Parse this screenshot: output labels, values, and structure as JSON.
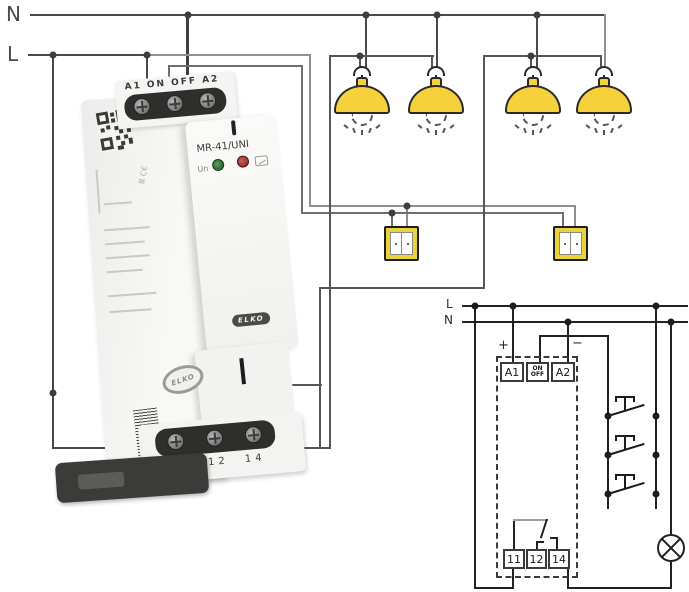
{
  "rails": {
    "n_label": "N",
    "l_label": "L"
  },
  "device": {
    "top_terminals": "A1 ON OFF A2",
    "model": "MR-41/UNI",
    "un_label": "Un",
    "brand": "ELKO",
    "brand_oval": "ELKO",
    "bottom_terminals": "11 12 14"
  },
  "lamps": {
    "count": 4
  },
  "switches": {
    "count": 2
  },
  "schematic": {
    "l_label": "L",
    "n_label": "N",
    "plus": "+",
    "minus": "−",
    "terminals_top": {
      "a1": "A1",
      "on": "ON",
      "off": "OFF",
      "a2": "A2"
    },
    "terminals_bottom": {
      "t11": "11",
      "t12": "12",
      "t14": "14"
    }
  },
  "colors": {
    "wire_dark": "#4a4a4a",
    "wire_light": "#8f8f8f",
    "wire_mid": "#6e6e6e",
    "lamp_yellow": "#f5d23c",
    "switch_yellow": "#e9d33c",
    "led_green": "#1e4d23",
    "led_red": "#7e1f1c",
    "schematic_line": "#222222"
  }
}
